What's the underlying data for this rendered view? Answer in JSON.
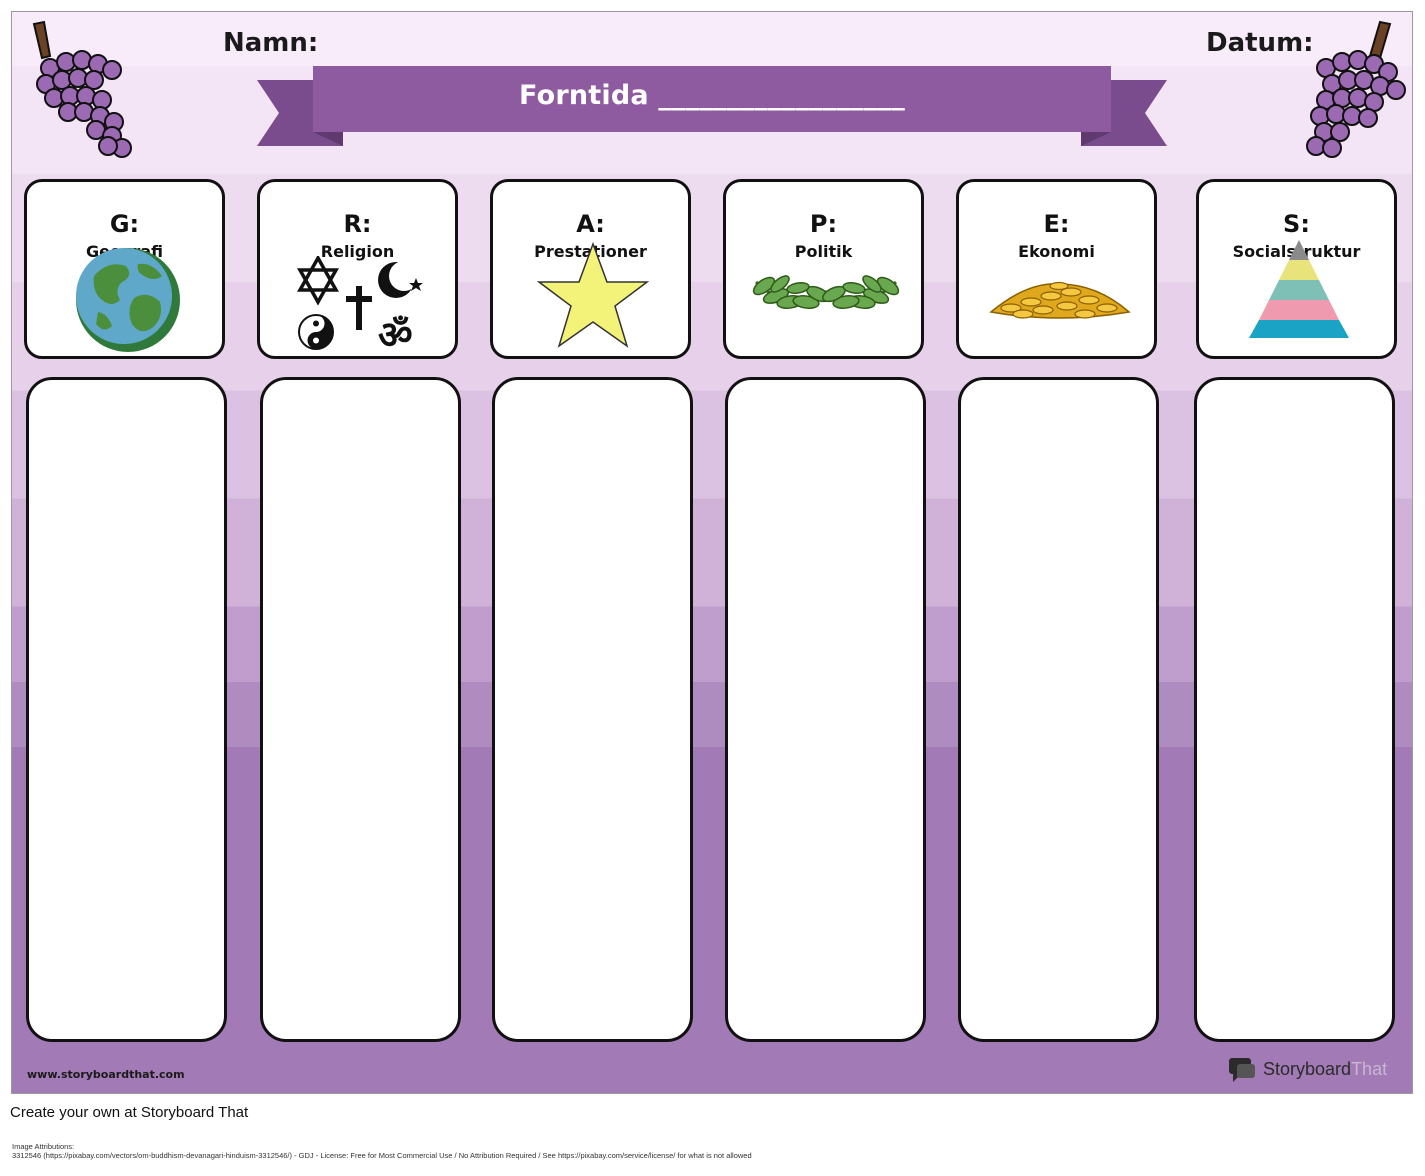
{
  "worksheet": {
    "name_label": "Namn:",
    "date_label": "Datum:",
    "title": "Forntida __________________"
  },
  "categories": [
    {
      "letter": "G:",
      "name": "Geografi",
      "icon": "globe-icon"
    },
    {
      "letter": "R:",
      "name": "Religion",
      "icon": "religious-symbols-icon"
    },
    {
      "letter": "A:",
      "name": "Prestationer",
      "icon": "star-icon"
    },
    {
      "letter": "P:",
      "name": "Politik",
      "icon": "laurel-wreath-icon"
    },
    {
      "letter": "E:",
      "name": "Ekonomi",
      "icon": "gold-coins-icon"
    },
    {
      "letter": "S:",
      "name": "Socialstruktur",
      "icon": "pyramid-icon"
    }
  ],
  "colors": {
    "banner": "#8e5ba1",
    "banner_tail": "#7a4c8e",
    "grape": "#9b6ab3",
    "background_top": "#f8ecfa",
    "background_bottom": "#a27ab5"
  },
  "footer": {
    "url": "www.storyboardthat.com",
    "brand_story": "Storyboard",
    "brand_that": "That"
  },
  "page_footer": {
    "create_own": "Create your own at Storyboard That",
    "attributions_heading": "Image Attributions:",
    "attribution": "3312546 (https://pixabay.com/vectors/om-buddhism-devanagari-hinduism-3312546/) - GDJ - License: Free for Most Commercial Use / No Attribution Required / See https://pixabay.com/service/license/ for what is not allowed"
  }
}
